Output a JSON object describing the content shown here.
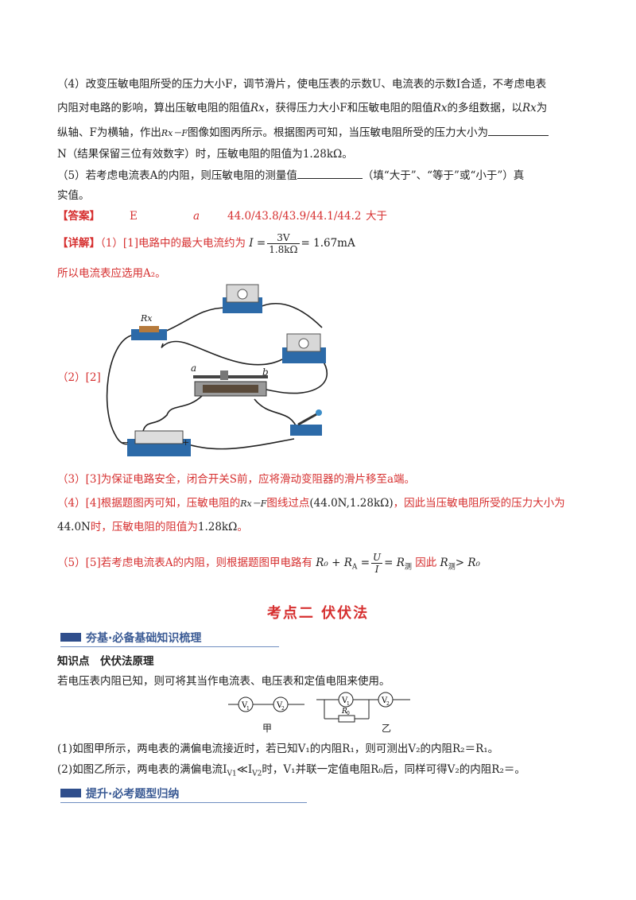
{
  "q4": {
    "line1": "（4）改变压敏电阻所受的压力大小F，调节滑片，使电压表的示数U、电流表的示数I合适，不考虑电表",
    "line2a": "内阻对电路的影响，算出压敏电阻的阻值",
    "sym_rx": "Rx",
    "line2b": "，获得压力大小F和压敏电阻的阻值",
    "line2c": "的多组数据，以",
    "line2d": "为",
    "line3a": "纵轴、F为横轴，作出",
    "sym_rxf": "Rx－F",
    "line3b": "图像如图丙所示。根据图丙可知，当压敏电阻所受的压力大小为",
    "line4a": "N（结果保留三位有效数字）时，压敏电阻的阻值为",
    "line4_val": "1.28kΩ",
    "line4b": "。"
  },
  "q5": {
    "line1a": "（5）若考虑电流表A的内阻，则压敏电阻的测量值",
    "line1b": "（填“大于”、“等于”或“小于”）真",
    "line2": "实值。"
  },
  "answer": {
    "label": "【答案】",
    "a1": "E",
    "a2": "a",
    "a3": "44.0/43.8/43.9/44.1/44.2",
    "a4": "大于"
  },
  "detail": {
    "label": "【详解】",
    "p1a": "（1）[1]电路中的最大电流约为",
    "p1_i": "I =",
    "p1_num": "3V",
    "p1_den": "1.8kΩ",
    "p1_res": "= 1.67mA",
    "p1b": "所以电流表应选用A₂。",
    "p2": "（2）[2]",
    "p3": "（3）[3]为保证电路安全，闭合开关S前，应将滑动变阻器的滑片移至a端。",
    "p4a": "（4）[4]根据题图丙可知，压敏电阻的",
    "p4_sym": "Rx－F",
    "p4b": "图线过点",
    "p4_pt": "(44.0N,1.28kΩ)",
    "p4c": "，因此当压敏电阻所受的压力大小为",
    "p4d": "44.0N",
    "p4e": "时，压敏电阻的阻值为",
    "p4f": "1.28kΩ",
    "p4g": "。",
    "p5a": "（5）[5]若考虑电流表A的内阻，则根据题图甲电路有",
    "p5_eq1": "R₀ + R",
    "p5_eq1sub": "A",
    "p5_num": "U",
    "p5_den": "I",
    "p5_eq2": "= R",
    "p5_eq2sub": "测",
    "p5b": "因此",
    "p5_res": "R",
    "p5_ressub": "测",
    "p5_res2": "> R₀"
  },
  "circuit": {
    "label_rx": "Rx",
    "label_a": "a",
    "label_b": "b",
    "minus": "−",
    "plus": "+"
  },
  "section": {
    "title": "考点二 伏伏法",
    "banner1": "夯基·必备基础知识梳理",
    "kp_title": "知识点　伏伏法原理",
    "kp_intro": "若电压表内阻已知，则可将其当作电流表、电压表和定值电阻来使用。",
    "fig_jia": "甲",
    "fig_yi": "乙",
    "v1": "V",
    "v2": "V",
    "r0": "R",
    "line1": "(1)如图甲所示，两电表的满偏电流接近时，若已知V₁的内阻R₁，则可测出V₂的内阻R₂＝R₁。",
    "line2": "(2)如图乙所示，两电表的满偏电流I",
    "line2_sub1": "V1",
    "line2_mid": "≪I",
    "line2_sub2": "V2",
    "line2_end": "时，V₁并联一定值电阻R₀后，同样可得V₂的内阻R₂＝。",
    "banner2": "提升·必考题型归纳"
  }
}
